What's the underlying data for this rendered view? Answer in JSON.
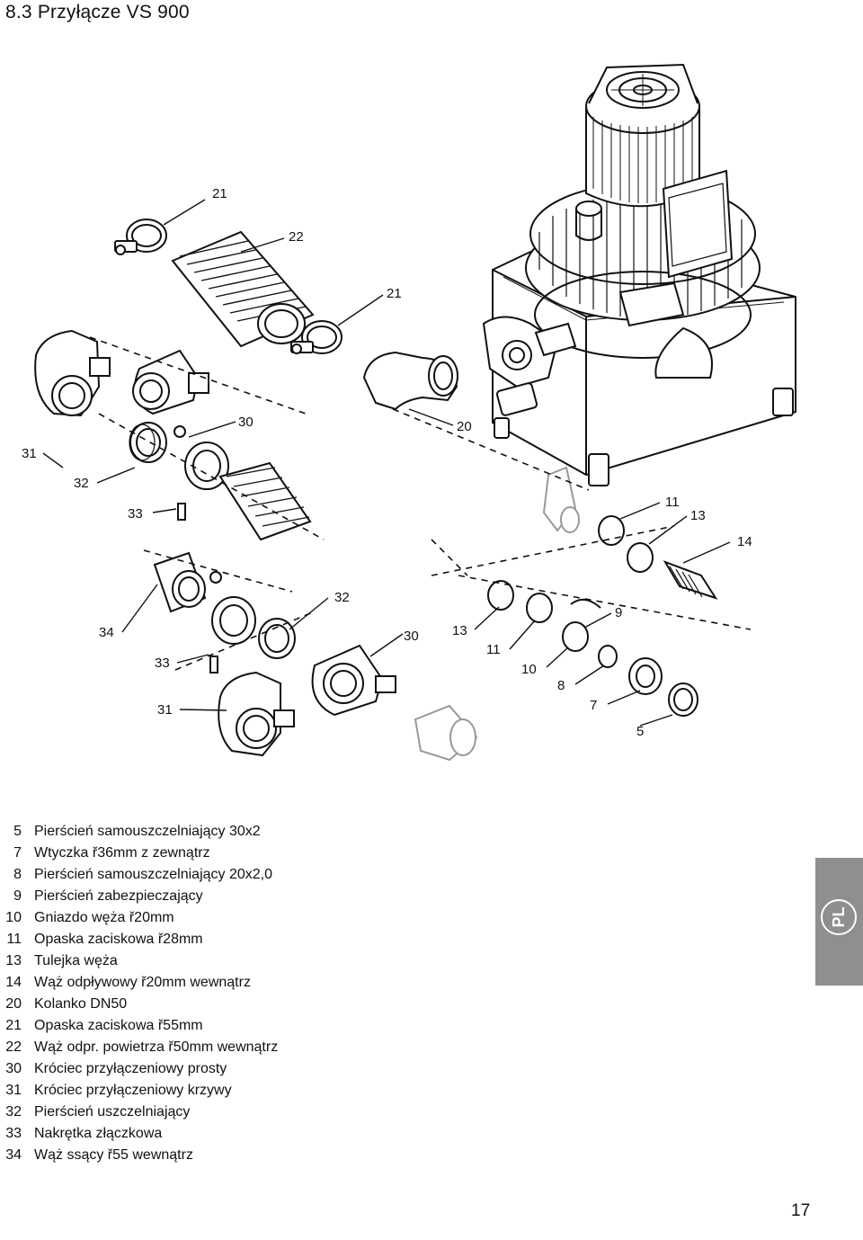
{
  "page": {
    "title": "8.3 Przyłącze VS 900",
    "page_number": "17",
    "language_tab": "PL"
  },
  "callouts": {
    "c21a": "21",
    "c22": "22",
    "c21b": "21",
    "c30a": "30",
    "c20": "20",
    "c31a": "31",
    "c32a": "32",
    "c33a": "33",
    "c11a": "11",
    "c13a": "13",
    "c14": "14",
    "c32b": "32",
    "c34": "34",
    "c30b": "30",
    "c13b": "13",
    "c9": "9",
    "c33b": "33",
    "c11b": "11",
    "c10": "10",
    "c8": "8",
    "c31b": "31",
    "c7": "7",
    "c5": "5"
  },
  "parts": [
    {
      "num": "5",
      "desc": "Pierścień samouszczelniający 30x2"
    },
    {
      "num": "7",
      "desc": "Wtyczka ř36mm z zewnątrz"
    },
    {
      "num": "8",
      "desc": "Pierścień samouszczelniający 20x2,0"
    },
    {
      "num": "9",
      "desc": "Pierścień zabezpieczający"
    },
    {
      "num": "10",
      "desc": "Gniazdo węża ř20mm"
    },
    {
      "num": "11",
      "desc": "Opaska zaciskowa ř28mm"
    },
    {
      "num": "13",
      "desc": "Tulejka węża"
    },
    {
      "num": "14",
      "desc": "Wąż odpływowy ř20mm wewnątrz"
    },
    {
      "num": "20",
      "desc": "Kolanko DN50"
    },
    {
      "num": "21",
      "desc": "Opaska zaciskowa ř55mm"
    },
    {
      "num": "22",
      "desc": "Wąż odpr. powietrza ř50mm wewnątrz"
    },
    {
      "num": "30",
      "desc": "Króciec przyłączeniowy prosty"
    },
    {
      "num": "31",
      "desc": "Króciec przyłączeniowy krzywy"
    },
    {
      "num": "32",
      "desc": "Pierścień uszczelniający"
    },
    {
      "num": "33",
      "desc": "Nakrętka złączkowa"
    },
    {
      "num": "34",
      "desc": "Wąż ssący ř55 wewnątrz"
    }
  ]
}
